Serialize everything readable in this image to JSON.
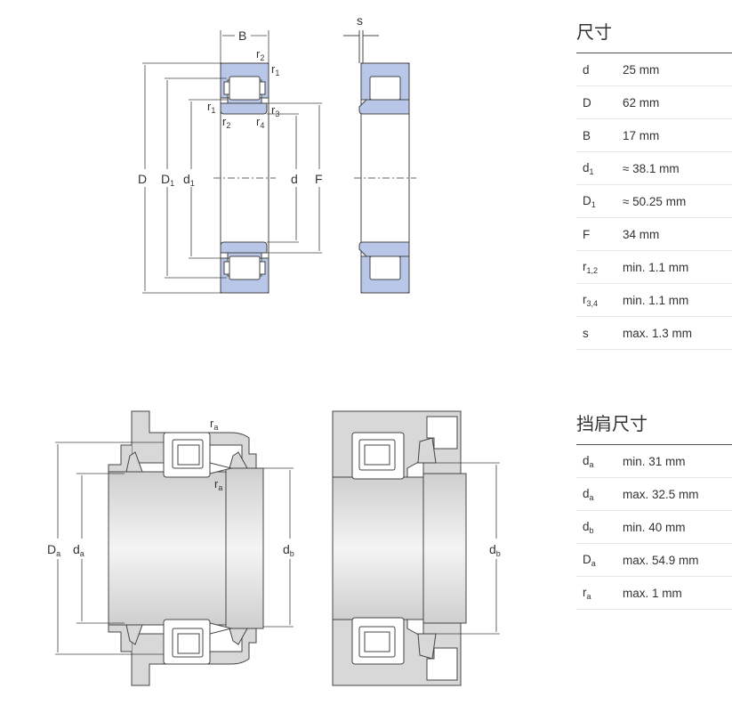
{
  "dimensions": {
    "title": "尺寸",
    "rows": [
      {
        "sym": "d",
        "sub": "",
        "value": "25 mm"
      },
      {
        "sym": "D",
        "sub": "",
        "value": "62 mm"
      },
      {
        "sym": "B",
        "sub": "",
        "value": "17 mm"
      },
      {
        "sym": "d",
        "sub": "1",
        "value": "≈ 38.1 mm"
      },
      {
        "sym": "D",
        "sub": "1",
        "value": "≈ 50.25 mm"
      },
      {
        "sym": "F",
        "sub": "",
        "value": "34 mm"
      },
      {
        "sym": "r",
        "sub": "1,2",
        "value": "min. 1.1 mm"
      },
      {
        "sym": "r",
        "sub": "3,4",
        "value": "min. 1.1 mm"
      },
      {
        "sym": "s",
        "sub": "",
        "value": "max. 1.3 mm"
      }
    ]
  },
  "abutment": {
    "title": "挡肩尺寸",
    "rows": [
      {
        "sym": "d",
        "sub": "a",
        "value": "min. 31 mm"
      },
      {
        "sym": "d",
        "sub": "a",
        "value": "max. 32.5 mm"
      },
      {
        "sym": "d",
        "sub": "b",
        "value": "min. 40 mm"
      },
      {
        "sym": "D",
        "sub": "a",
        "value": "max. 54.9 mm"
      },
      {
        "sym": "r",
        "sub": "a",
        "value": "max. 1 mm"
      }
    ]
  },
  "drawing_labels": {
    "B": "B",
    "s": "s",
    "D": "D",
    "D1": "D",
    "D1_sub": "1",
    "d1": "d",
    "d1_sub": "1",
    "d": "d",
    "F": "F",
    "r1": "r",
    "r1_sub": "1",
    "r2": "r",
    "r2_sub": "2",
    "r3": "r",
    "r3_sub": "3",
    "r4": "r",
    "r4_sub": "4",
    "Da": "D",
    "Da_sub": "a",
    "da": "d",
    "da_sub": "a",
    "db": "d",
    "db_sub": "b",
    "ra": "r",
    "ra_sub": "a"
  },
  "colors": {
    "ring": "#b8c6e8",
    "line": "#444444",
    "housing": "#d8d8d8",
    "shaft": "#e6e6e6"
  }
}
